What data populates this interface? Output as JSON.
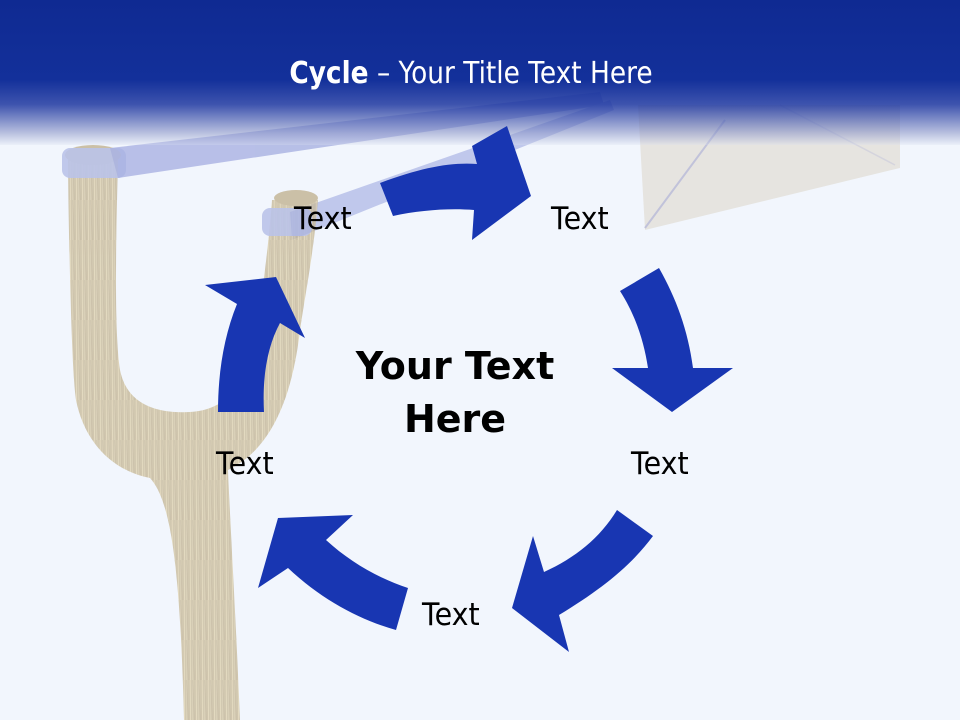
{
  "slide": {
    "title_bold": "Cycle",
    "title_rest": " – Your Title Text Here",
    "center_text_line1": "Your Text",
    "center_text_line2": "Here"
  },
  "cycle": {
    "nodes": [
      {
        "label": "Text",
        "position": "top-left"
      },
      {
        "label": "Text",
        "position": "top-right"
      },
      {
        "label": "Text",
        "position": "right"
      },
      {
        "label": "Text",
        "position": "bottom"
      },
      {
        "label": "Text",
        "position": "left"
      }
    ],
    "arrow_count": 5,
    "direction": "clockwise"
  },
  "colors": {
    "header": "#13309a",
    "arrow": "#1836b2",
    "background": "#f2f6fd",
    "title_text": "#ffffff",
    "body_text": "#000000"
  },
  "background_images": [
    "slingshot",
    "envelope"
  ]
}
